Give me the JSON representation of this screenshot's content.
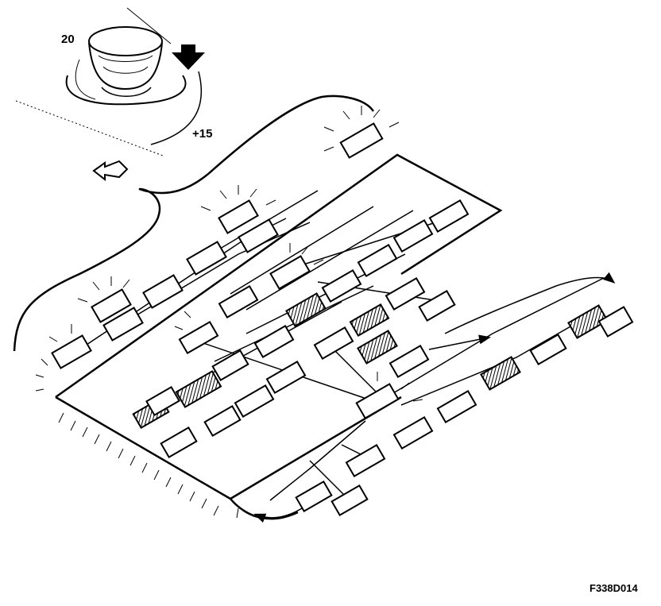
{
  "callouts": {
    "count_label": "20",
    "offset_label": "+15"
  },
  "figure_code": "F338D014",
  "modules": [
    {
      "id": "m1",
      "label": "",
      "hatched": false
    },
    {
      "id": "m2",
      "label": "",
      "hatched": false
    },
    {
      "id": "m3",
      "label": "",
      "hatched": false
    },
    {
      "id": "m4",
      "label": "",
      "hatched": false
    },
    {
      "id": "m5",
      "label": "",
      "hatched": false
    },
    {
      "id": "m6",
      "label": "",
      "hatched": false
    },
    {
      "id": "m7",
      "label": "",
      "hatched": false
    },
    {
      "id": "m8",
      "label": "",
      "hatched": false
    },
    {
      "id": "m9",
      "label": "",
      "hatched": true
    },
    {
      "id": "m10",
      "label": "",
      "hatched": false
    },
    {
      "id": "m11",
      "label": "",
      "hatched": true
    },
    {
      "id": "m12",
      "label": "",
      "hatched": true
    },
    {
      "id": "m13",
      "label": "",
      "hatched": false
    },
    {
      "id": "m14",
      "label": "",
      "hatched": true
    },
    {
      "id": "m15",
      "label": "",
      "hatched": true
    },
    {
      "id": "m16",
      "label": "",
      "hatched": false
    },
    {
      "id": "m17",
      "label": "",
      "hatched": false
    },
    {
      "id": "m18",
      "label": "",
      "hatched": true
    }
  ]
}
